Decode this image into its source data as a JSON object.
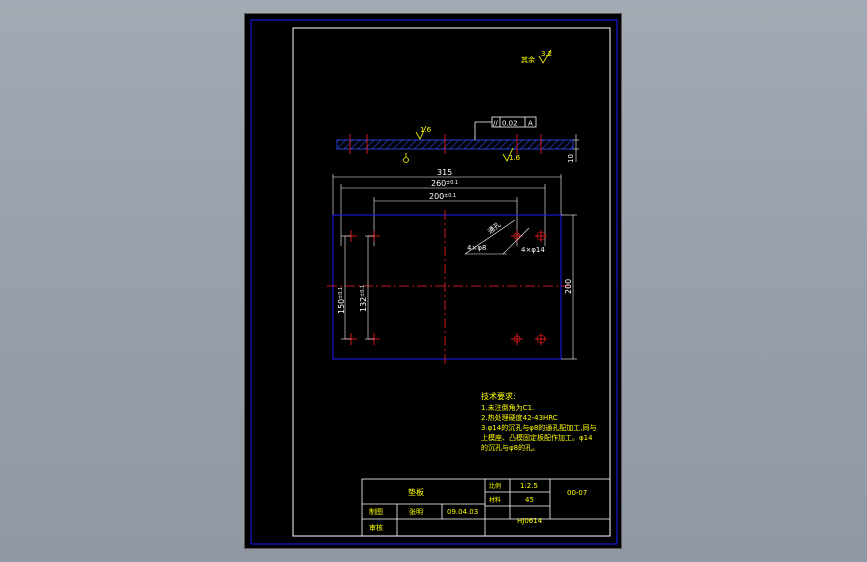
{
  "colors": {
    "background": "#9aa2ac",
    "viewport": "#000000",
    "outline": "#1a1aff",
    "frame": "#ffffff",
    "dimension": "#ffffff",
    "centerline": "#ff2020",
    "hatch": "#3050ff",
    "text": "#ffff00",
    "table": "#ffffff"
  },
  "drawing": {
    "roughness_note_label": "其余",
    "roughness_note_value": "3.2",
    "roughness_face": "1.6",
    "roughness_side": "1.6",
    "tolerance_symbol": "//",
    "tolerance_value": "0.02",
    "tolerance_datum": "A",
    "thickness_dim": "10",
    "dim_overall_width": "315",
    "dim_260": "260",
    "dim_260_tol": "±0.1",
    "dim_200": "200",
    "dim_200_tol": "±0.1",
    "dim_height": "200",
    "dim_150": "150",
    "dim_150_tol": "±0.1",
    "dim_132": "132",
    "dim_132_tol": "±0.1",
    "hole_callout_1": "4×φ8",
    "hole_callout_2": "4×φ14",
    "hole_callout_leader": "通孔"
  },
  "notes": {
    "title": "技术要求:",
    "lines": [
      "1.未注倒角为C1.",
      "2.热处理硬度42-43HRC",
      "3.φ14的沉孔与φ8的通孔配加工,同与",
      "上模座、凸模固定板配作加工。φ14",
      "的沉孔与φ8的孔。"
    ]
  },
  "title_block": {
    "part_name": "垫板",
    "scale_label": "比例",
    "scale_value": "1:2.5",
    "material_label": "材料",
    "material_value": "45",
    "drawing_no": "00-07",
    "drawn_label": "制图",
    "drawn_name": "张明",
    "drawn_date": "09.04.03",
    "checked_label": "审核",
    "school": "HJ0614"
  }
}
